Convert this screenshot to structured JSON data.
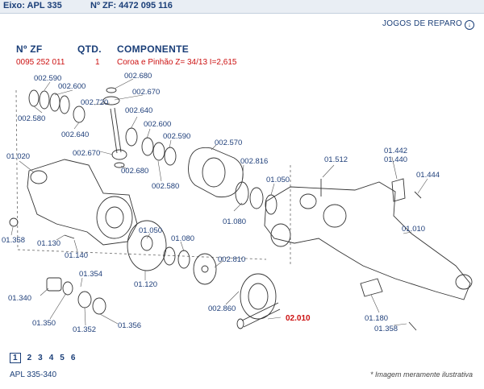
{
  "header": {
    "eixo": "Eixo: APL 335",
    "nzf": "Nº ZF: 4472 095 116"
  },
  "jogos_reparo": {
    "label": "JOGOS DE REPARO"
  },
  "table": {
    "headers": {
      "nzf": "Nº ZF",
      "qtd": "QTD.",
      "componente": "COMPONENTE"
    },
    "rows": [
      {
        "nzf": "0095 252 011",
        "qtd": "1",
        "componente": "Coroa e Pinhão Z= 34/13 I=2,615"
      }
    ]
  },
  "diagram_labels": [
    "002.680",
    "002.590",
    "002.600",
    "002.670",
    "002.720",
    "002.580",
    "002.640",
    "002.640",
    "002.600",
    "002.590",
    "002.570",
    "002.670",
    "002.680",
    "002.816",
    "002.580",
    "01.020",
    "01.512",
    "01.442",
    "01.440",
    "01.444",
    "01.050",
    "01.080",
    "01.358",
    "01.130",
    "01.140",
    "01.050",
    "01.080",
    "002.810",
    "01.010",
    "01.354",
    "01.120",
    "01.340",
    "01.350",
    "01.352",
    "01.356",
    "002.860",
    "01.180",
    "01.358",
    "02.010"
  ],
  "pagination": {
    "pages": [
      "1",
      "2",
      "3",
      "4",
      "5",
      "6"
    ],
    "current": "1"
  },
  "footer": {
    "model": "APL 335-340",
    "disclaimer": "* Imagem meramente ilustrativa"
  },
  "colors": {
    "brand": "#1a3e78",
    "highlight": "#cc1111"
  }
}
